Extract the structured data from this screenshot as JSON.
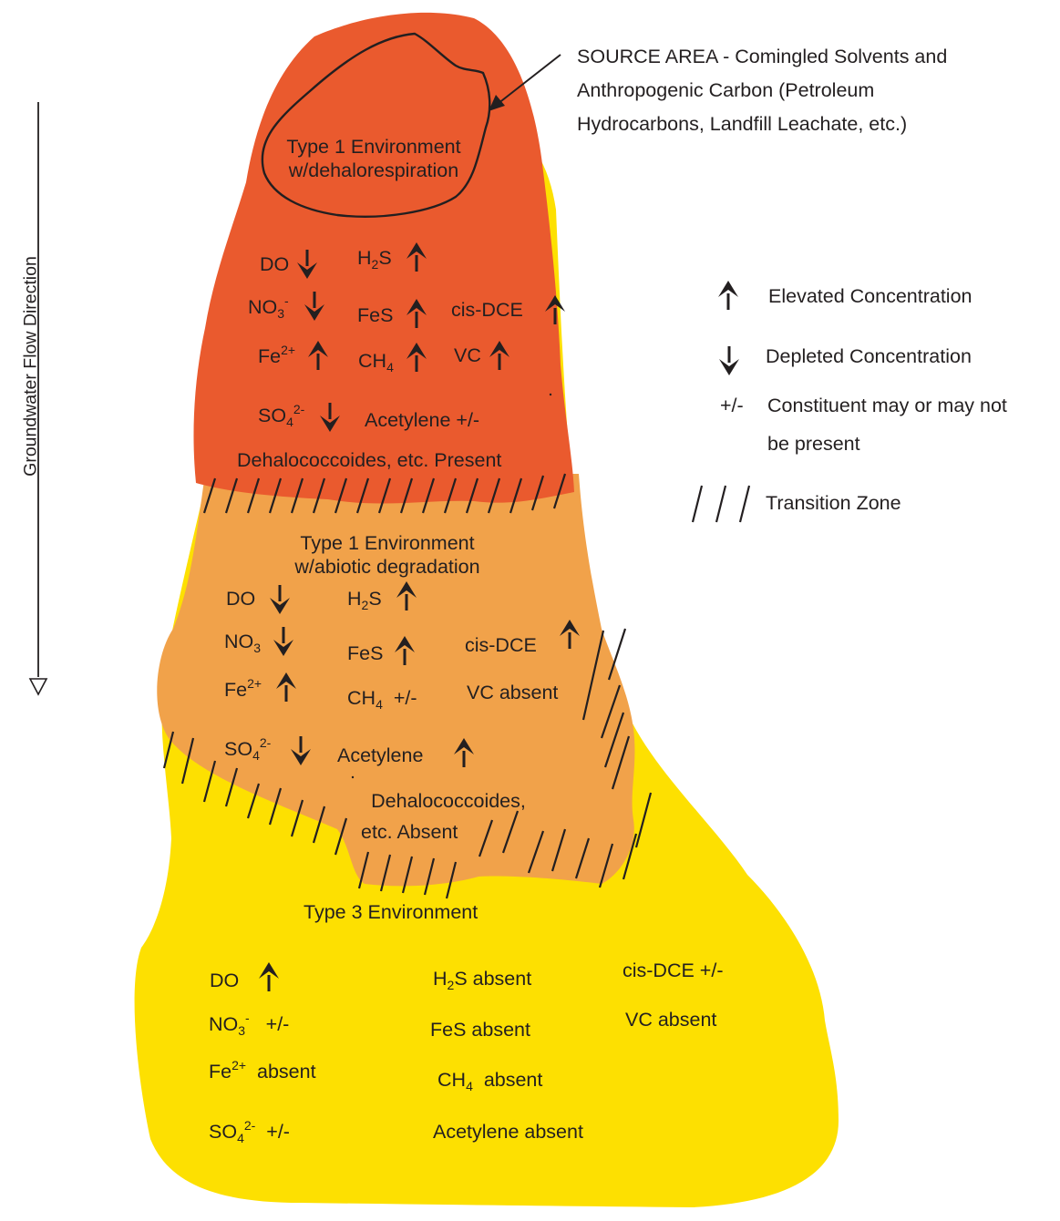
{
  "colors": {
    "source_zone": "#ea5a2e",
    "abiotic_zone": "#f1a24a",
    "type3_zone": "#fde001",
    "ink": "#231f20"
  },
  "flow_label": "Groundwater Flow Direction",
  "source_area": {
    "line1": "SOURCE AREA - Comingled Solvents and",
    "line2": "Anthropogenic Carbon (Petroleum",
    "line3": "Hydrocarbons, Landfill Leachate, etc.)"
  },
  "zone_type1_dehalo": {
    "title_line1": "Type 1 Environment",
    "title_line2": "w/dehalorespiration",
    "do": "DO",
    "do_trend": "depleted",
    "no3": "NO",
    "no3_sub": "3",
    "no3_sup": "-",
    "no3_trend": "depleted",
    "fe": "Fe",
    "fe_sup": "2+",
    "fe_trend": "elevated",
    "so4": "SO",
    "so4_sub": "4",
    "so4_sup": "2-",
    "so4_trend": "depleted",
    "h2s": "H",
    "h2s_sub": "2",
    "h2s_rest": "S",
    "h2s_trend": "elevated",
    "fes": "FeS",
    "fes_trend": "elevated",
    "ch4": "CH",
    "ch4_sub": "4",
    "ch4_trend": "elevated",
    "acetylene": "Acetylene +/-",
    "cis_dce": "cis-DCE",
    "cis_dce_trend": "elevated",
    "vc": "VC",
    "vc_trend": "elevated",
    "microbes": "Dehalococcoides, etc. Present"
  },
  "zone_type1_abiotic": {
    "title_line1": "Type 1 Environment",
    "title_line2": "w/abiotic degradation",
    "do": "DO",
    "do_trend": "depleted",
    "no3": "NO",
    "no3_sub": "3",
    "no3_trend": "depleted",
    "fe": "Fe",
    "fe_sup": "2+",
    "fe_trend": "elevated",
    "so4": "SO",
    "so4_sub": "4",
    "so4_sup": "2-",
    "so4_trend": "depleted",
    "h2s": "H",
    "h2s_sub": "2",
    "h2s_rest": "S",
    "h2s_trend": "elevated",
    "fes": "FeS",
    "fes_trend": "elevated",
    "ch4": "CH",
    "ch4_sub": "4",
    "ch4_rest": "+/-",
    "acetylene": "Acetylene",
    "acetylene_trend": "elevated",
    "cis_dce": "cis-DCE",
    "cis_dce_trend": "elevated",
    "vc": "VC  absent",
    "microbes_line1": "Dehalococcoides,",
    "microbes_line2": "etc. Absent"
  },
  "zone_type3": {
    "title": "Type 3 Environment",
    "do": "DO",
    "do_trend": "elevated",
    "no3": "NO",
    "no3_sub": "3",
    "no3_sup": "-",
    "no3_rest": "+/-",
    "fe": "Fe",
    "fe_sup": "2+",
    "fe_rest": "absent",
    "so4": "SO",
    "so4_sub": "4",
    "so4_sup": "2-",
    "so4_rest": "+/-",
    "h2s": "H",
    "h2s_sub": "2",
    "h2s_rest": "S absent",
    "fes": "FeS absent",
    "ch4": "CH",
    "ch4_sub": "4",
    "ch4_rest": "absent",
    "acetylene": "Acetylene absent",
    "cis_dce": "cis-DCE  +/-",
    "vc": "VC  absent"
  },
  "legend": {
    "elevated": "Elevated Concentration",
    "depleted": "Depleted Concentration",
    "maybe_symbol": "+/-",
    "maybe_line1": "Constituent may or may not",
    "maybe_line2": "be present",
    "transition": "Transition Zone"
  }
}
